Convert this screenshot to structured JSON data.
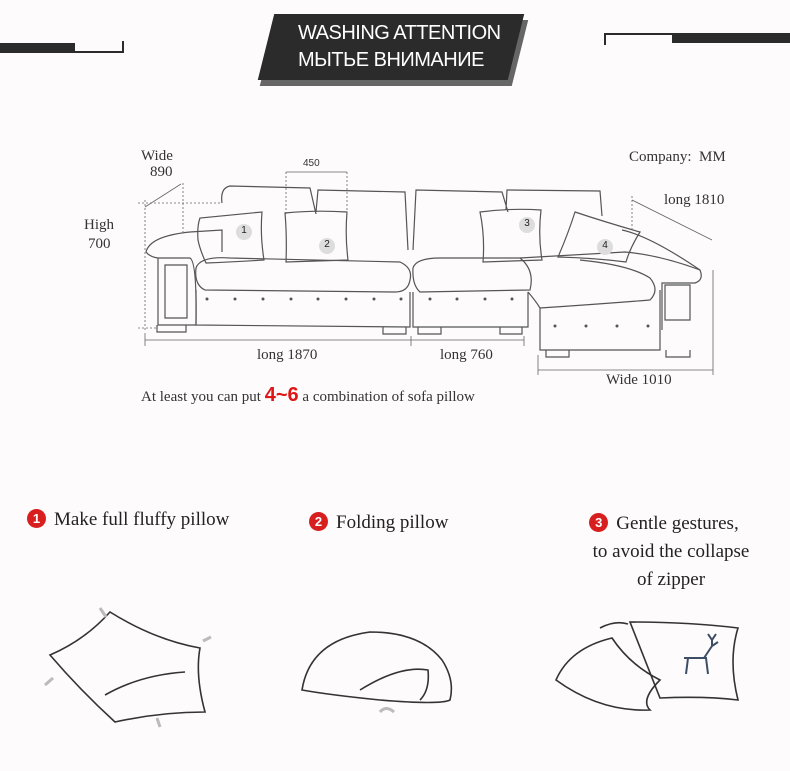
{
  "header": {
    "title_en": "WASHING ATTENTION",
    "title_ru": "МЫТЬЕ ВНИМАНИЕ"
  },
  "dimensions": {
    "wide": "Wide",
    "wide_value": "890",
    "high": "High",
    "high_value": "700",
    "cushion": "450",
    "company": "Company:  MM",
    "long_right": "long 1810",
    "long_main": "long 1870",
    "long_mid": "long 760",
    "wide_chaise": "Wide 1010",
    "pillow_numbers": [
      "1",
      "2",
      "3",
      "4"
    ]
  },
  "caption": {
    "before": "At least you can put",
    "highlight": "4~6",
    "after": "a combination of sofa pillow"
  },
  "steps": [
    {
      "num": "1",
      "text": "Make full fluffy pillow"
    },
    {
      "num": "2",
      "text": "Folding pillow"
    },
    {
      "num": "3",
      "text_lines": [
        "Gentle gestures,",
        "to avoid the collapse",
        "of zipper"
      ]
    }
  ],
  "colors": {
    "accent_red": "#d81f1f",
    "banner": "#2b2b2b"
  }
}
